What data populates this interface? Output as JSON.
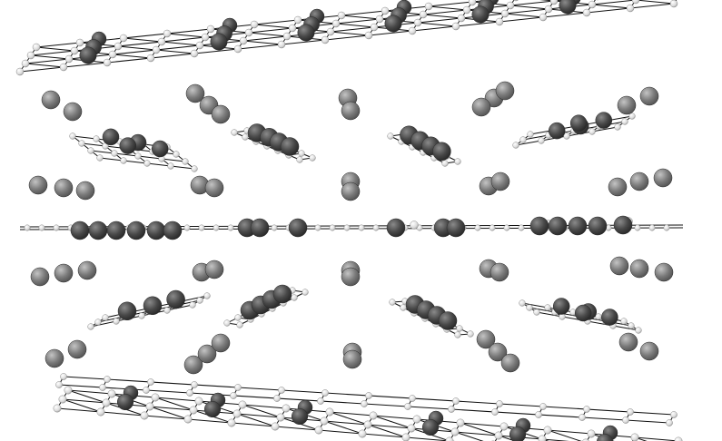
{
  "figure": {
    "kind": "crystal-structure",
    "projection": "perspective",
    "colors": {
      "background": "#ffffff",
      "bond": "#111111",
      "heavy_atom": "#474747",
      "heavy_atom_highlight": "#8a8a8a",
      "medium_atom": "#7a7a7a",
      "medium_atom_highlight": "#c4c4c4",
      "light_atom": "#dcdcdc",
      "light_atom_highlight": "#ffffff"
    },
    "atom_species": [
      "heavy",
      "medium",
      "light"
    ],
    "layers": [
      "top-sheet",
      "upper-tilted-sheets",
      "middle-chain",
      "lower-tilted-sheets",
      "bottom-sheet",
      "interstitial-atoms"
    ]
  }
}
